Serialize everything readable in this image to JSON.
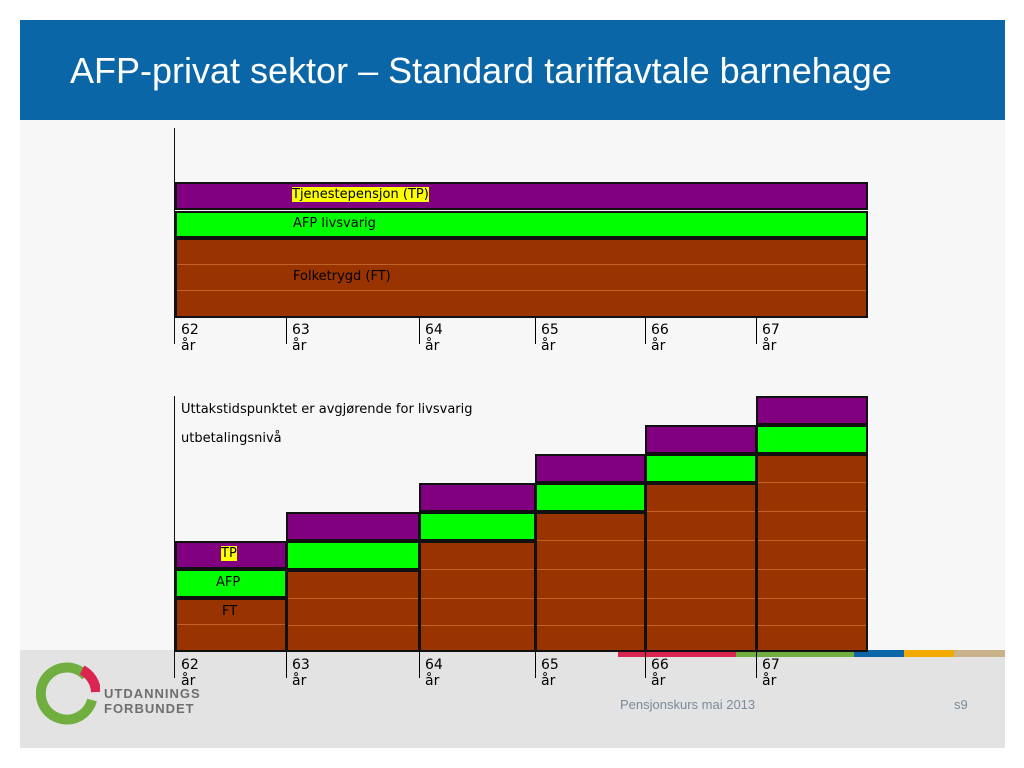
{
  "slide": {
    "title": "AFP-privat sektor – Standard tariffavtale barnehage"
  },
  "top_table": {
    "tp_label": "Tjenestepensjon (TP)",
    "afp_label": "AFP livsvarig",
    "ft_label": "Folketrygd (FT)",
    "ages": [
      "62 år",
      "63 år",
      "64 år",
      "65 år",
      "66 år",
      "67 år"
    ]
  },
  "bottom_table": {
    "note_line1": "Uttakstidspunktet er avgjørende for livsvarig",
    "note_line2": "utbetalingsnivå",
    "tp_label": "TP",
    "afp_label": "AFP",
    "ft_label": "FT",
    "ages": [
      "62 år",
      "63 år",
      "64 år",
      "65 år",
      "66 år",
      "67 år"
    ]
  },
  "colors": {
    "tp": "#800080",
    "afp": "#00ff00",
    "ft": "#993300",
    "title_bar": "#0a66a6",
    "highlight": "#ffff00"
  },
  "footer": {
    "course": "Pensjonskurs mai 2013",
    "page": "s9",
    "logo_line1": "UTDANNINGS",
    "logo_line2": "FORBUNDET"
  }
}
